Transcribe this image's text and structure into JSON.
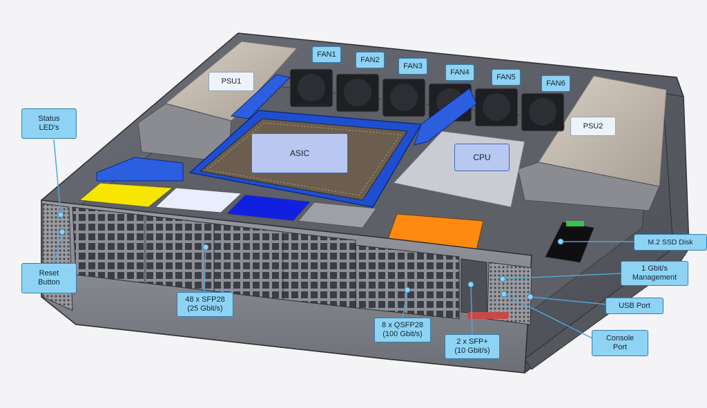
{
  "labels": {
    "psu1": "PSU1",
    "psu2": "PSU2",
    "fan1": "FAN1",
    "fan2": "FAN2",
    "fan3": "FAN3",
    "fan4": "FAN4",
    "fan5": "FAN5",
    "fan6": "FAN6",
    "asic": "ASIC",
    "cpu": "CPU",
    "status_leds": "Status\nLED's",
    "reset_button": "Reset\nButton",
    "sfp28": "48 x SFP28\n(25 Gbit/s)",
    "qsfp28": "8 x QSFP28\n(100 Gbit/s)",
    "sfp_plus": "2 x SFP+\n(10 Gbit/s)",
    "m2_ssd": "M.2 SSD Disk",
    "mgmt": "1 Gbit/s\nManagement",
    "usb": "USB Port",
    "console": "Console\nPort"
  },
  "colors": {
    "callout_fill": "#8fd3f4",
    "callout_border": "#2f7fb0",
    "chip_fill": "#b9c8f1",
    "blue_shroud": "#1f4fd1",
    "port_yellow": "#f6e600",
    "port_white": "#e8eefb",
    "port_blue": "#1020e0",
    "port_orange": "#ff8a10"
  }
}
